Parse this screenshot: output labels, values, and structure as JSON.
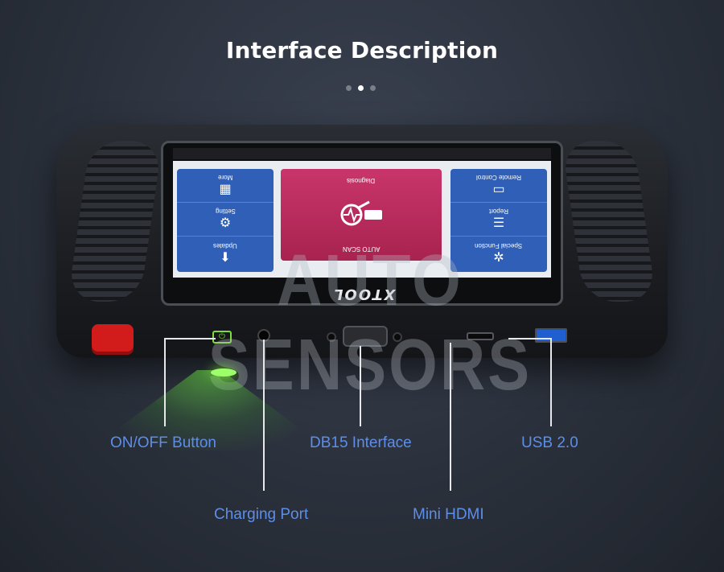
{
  "page": {
    "title": "Interface Description",
    "carousel": {
      "count": 3,
      "active_index": 1
    },
    "watermark": "AUTO SENSORS"
  },
  "device": {
    "brand_logo": "XTOOL",
    "screen": {
      "left_tiles": [
        {
          "label": "More",
          "icon": "grid-plus-icon"
        },
        {
          "label": "Setting",
          "icon": "gear-icon"
        },
        {
          "label": "Updates",
          "icon": "download-icon"
        }
      ],
      "center_tiles": [
        {
          "label": "Diagnosis",
          "icon": "diagnosis-icon"
        },
        {
          "label": "AUTO SCAN",
          "icon": "auto-scan-icon"
        }
      ],
      "right_tiles": [
        {
          "label": "Remote Control",
          "icon": "remote-icon"
        },
        {
          "label": "Report",
          "icon": "report-icon"
        },
        {
          "label": "Special Function",
          "icon": "wrench-gear-icon"
        }
      ]
    },
    "colors": {
      "tile_blue": "#2f5fb6",
      "tile_red": "#c8356a",
      "power_green": "#7ddc3b",
      "usb_blue": "#1f5fd0",
      "callout_label": "#5d8ee8"
    }
  },
  "callouts": {
    "on_off_button": "ON/OFF Button",
    "charging_port": "Charging Port",
    "db15_interface": "DB15 Interface",
    "mini_hdmi": "Mini HDMI",
    "usb_2_0": "USB 2.0"
  }
}
